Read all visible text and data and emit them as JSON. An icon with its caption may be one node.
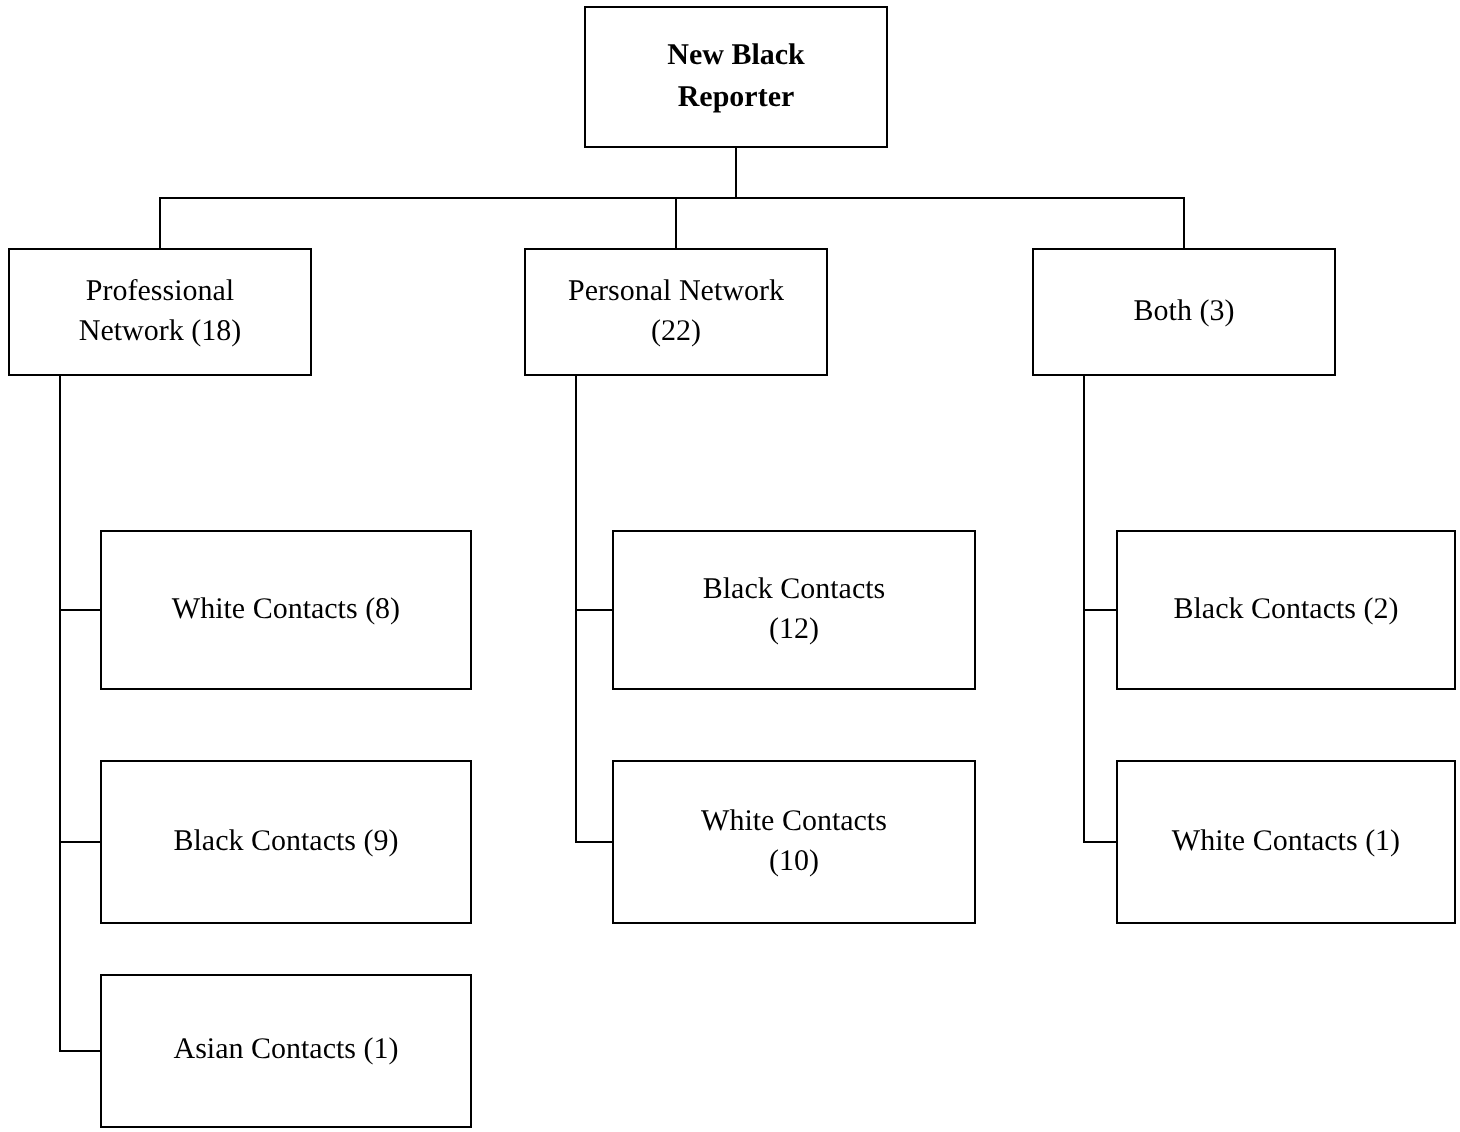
{
  "diagram": {
    "nodes": [
      {
        "text": [
          "New Black Reporter"
        ]
      },
      {
        "text": [
          "Professional Network (18)"
        ]
      },
      {
        "text": [
          "Personal Network (22)"
        ]
      },
      {
        "text": [
          "Both (3)"
        ]
      },
      {
        "text": [
          "White Contacts (8)"
        ]
      },
      {
        "text": [
          "Black Contacts (9)"
        ]
      },
      {
        "text": [
          "Asian Contacts (1)"
        ]
      },
      {
        "text": [
          "Black Contacts (12)"
        ]
      },
      {
        "text": [
          "White Contacts (10)"
        ]
      },
      {
        "text": [
          "Black Contacts (2)"
        ]
      },
      {
        "text": [
          "White Contacts (1)"
        ]
      }
    ],
    "edges": [
      {
        "from": 0,
        "to": 1,
        "arrow": "none"
      },
      {
        "from": 0,
        "to": 2,
        "arrow": "none"
      },
      {
        "from": 0,
        "to": 3,
        "arrow": "none"
      },
      {
        "from": 1,
        "to": 4,
        "arrow": "none"
      },
      {
        "from": 1,
        "to": 5,
        "arrow": "none"
      },
      {
        "from": 1,
        "to": 6,
        "arrow": "none"
      },
      {
        "from": 2,
        "to": 7,
        "arrow": "none"
      },
      {
        "from": 2,
        "to": 8,
        "arrow": "none"
      },
      {
        "from": 3,
        "to": 9,
        "arrow": "none"
      },
      {
        "from": 3,
        "to": 10,
        "arrow": "none"
      }
    ]
  }
}
